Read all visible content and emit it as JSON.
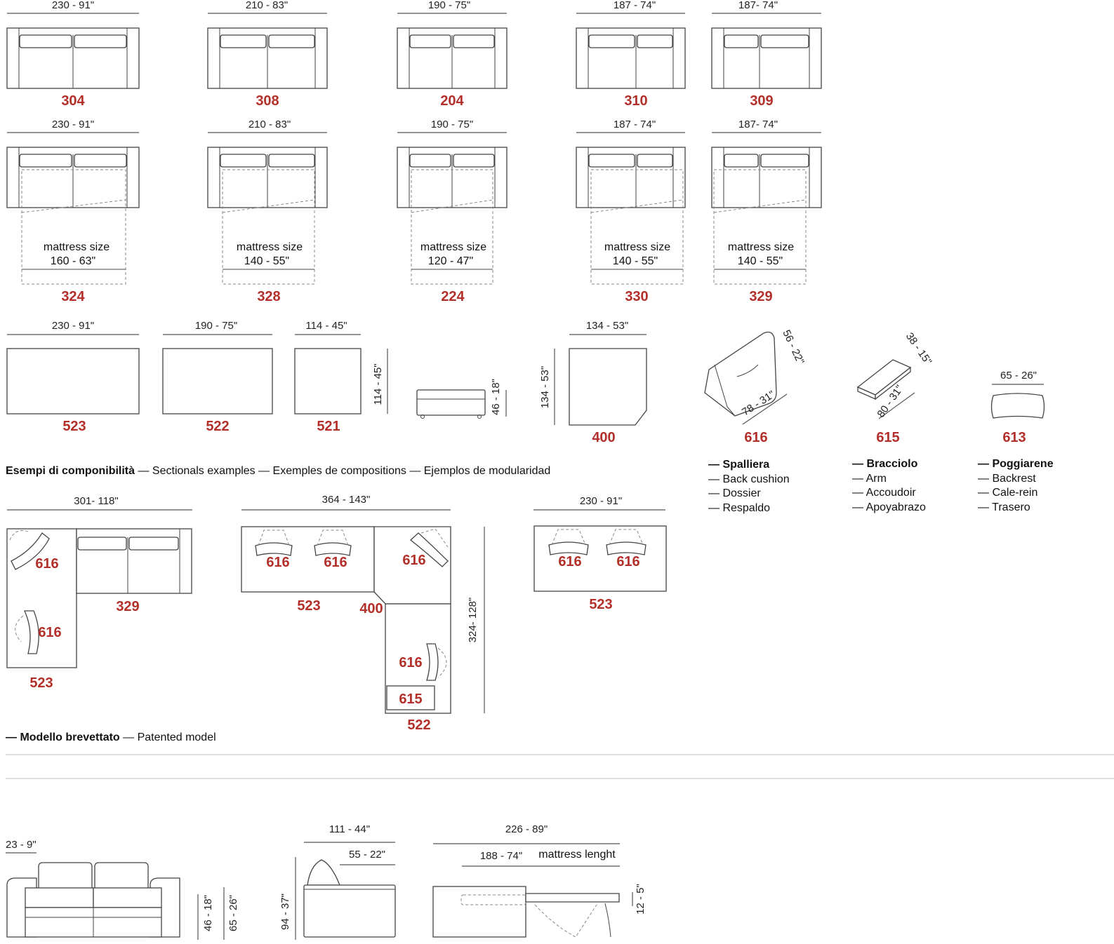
{
  "row1": [
    {
      "dim": "230 - 91\"",
      "code": "304"
    },
    {
      "dim": "210 - 83\"",
      "code": "308"
    },
    {
      "dim": "190 - 75\"",
      "code": "204"
    },
    {
      "dim": "187 - 74\"",
      "code": "310"
    },
    {
      "dim": "187- 74\"",
      "code": "309"
    }
  ],
  "row2": [
    {
      "dim": "230 - 91\"",
      "mattress_label": "mattress size",
      "mattress_size": "160 - 63\"",
      "code": "324"
    },
    {
      "dim": "210 - 83\"",
      "mattress_label": "mattress size",
      "mattress_size": "140 - 55\"",
      "code": "328"
    },
    {
      "dim": "190 - 75\"",
      "mattress_label": "mattress size",
      "mattress_size": "120 - 47\"",
      "code": "224"
    },
    {
      "dim": "187 - 74\"",
      "mattress_label": "mattress size",
      "mattress_size": "140 - 55\"",
      "code": "330"
    },
    {
      "dim": "187- 74\"",
      "mattress_label": "mattress size",
      "mattress_size": "140 - 55\"",
      "code": "329"
    }
  ],
  "row3": {
    "ottomans": [
      {
        "dim": "230 - 91\"",
        "code": "523"
      },
      {
        "dim": "190 - 75\"",
        "code": "522"
      },
      {
        "dim": "114 - 45\"",
        "side_dim": "114 - 45\"",
        "code": "521"
      }
    ],
    "height_dim": "46 - 18\"",
    "corner": {
      "dim": "134 - 53\"",
      "side_dim": "134 - 53\"",
      "code": "400"
    },
    "back_cushion": {
      "dim_a": "56 - 22\"",
      "dim_b": "78 - 31\"",
      "code": "616"
    },
    "arm": {
      "dim_a": "38 - 15\"",
      "dim_b": "80 - 31\"",
      "code": "615"
    },
    "backrest": {
      "dim": "65 - 26\"",
      "code": "613"
    }
  },
  "legend": [
    {
      "title": "Spalliera",
      "lines": [
        "Back cushion",
        "Dossier",
        "Respaldo"
      ]
    },
    {
      "title": "Bracciolo",
      "lines": [
        "Arm",
        "Accoudoir",
        "Apoyabrazo"
      ]
    },
    {
      "title": "Poggiarene",
      "lines": [
        "Backrest",
        "Cale-rein",
        "Trasero"
      ]
    }
  ],
  "examples": {
    "heading_bold": "Esempi di componibilità",
    "heading_rest": " — Sectionals examples — Exemples de compositions — Ejemplos de modularidad",
    "ex1": {
      "dim": "301- 118\"",
      "codes": [
        "616",
        "616",
        "329",
        "523"
      ]
    },
    "ex2": {
      "dim": "364 - 143\"",
      "side_dim": "324- 128\"",
      "codes": [
        "616",
        "616",
        "616",
        "523",
        "400",
        "616",
        "615",
        "522"
      ]
    },
    "ex3": {
      "dim": "230 - 91\"",
      "codes": [
        "616",
        "616",
        "523"
      ]
    }
  },
  "patent": {
    "bold": "Modello brevettato",
    "rest": " — Patented model"
  },
  "elevations": {
    "front": {
      "arm_dim": "23 - 9\"",
      "seat_h": "46 - 18\"",
      "back_h": "65 - 26\""
    },
    "side": {
      "depth": "111 - 44\"",
      "seat_depth": "55 - 22\"",
      "height": "94 - 37\""
    },
    "open": {
      "length": "226 - 89\"",
      "mattress_dim": "188 - 74\"",
      "mattress_label": "mattress lenght",
      "thickness": "12 - 5\""
    }
  },
  "colors": {
    "code_red": "#b3302a",
    "line": "#444444"
  }
}
